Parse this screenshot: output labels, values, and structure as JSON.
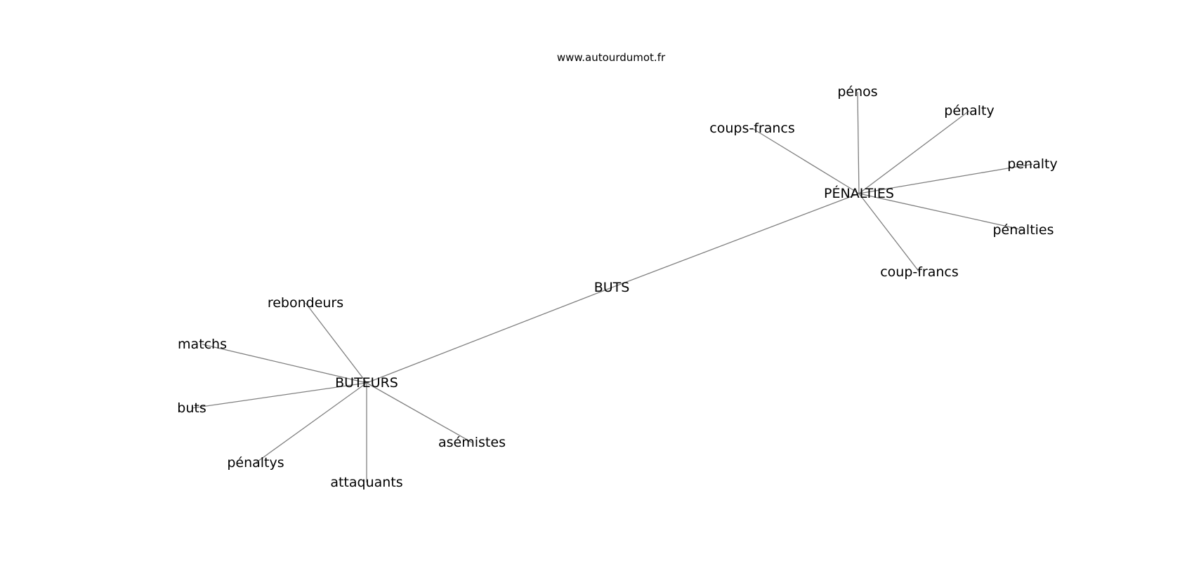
{
  "site": "www.autourdumot.fr",
  "nodes": [
    {
      "id": "buts",
      "label": "BUTS"
    },
    {
      "id": "penalties_hub",
      "label": "PÉNALTIES"
    },
    {
      "id": "buteurs_hub",
      "label": "BUTEURS"
    },
    {
      "id": "penos",
      "label": "pénos"
    },
    {
      "id": "penalty_acc",
      "label": "pénalty"
    },
    {
      "id": "penalty",
      "label": "penalty"
    },
    {
      "id": "penalties",
      "label": "pénalties"
    },
    {
      "id": "coup_francs",
      "label": "coup-francs"
    },
    {
      "id": "coups_francs",
      "label": "coups-francs"
    },
    {
      "id": "rebondeurs",
      "label": "rebondeurs"
    },
    {
      "id": "matchs",
      "label": "matchs"
    },
    {
      "id": "buts_leaf",
      "label": "buts"
    },
    {
      "id": "penaltys",
      "label": "pénaltys"
    },
    {
      "id": "attaquants",
      "label": "attaquants"
    },
    {
      "id": "asemistes",
      "label": "asémistes"
    }
  ],
  "edges": [
    [
      "buts",
      "penalties_hub"
    ],
    [
      "buts",
      "buteurs_hub"
    ],
    [
      "penalties_hub",
      "penos"
    ],
    [
      "penalties_hub",
      "penalty_acc"
    ],
    [
      "penalties_hub",
      "penalty"
    ],
    [
      "penalties_hub",
      "penalties"
    ],
    [
      "penalties_hub",
      "coup_francs"
    ],
    [
      "penalties_hub",
      "coups_francs"
    ],
    [
      "buteurs_hub",
      "rebondeurs"
    ],
    [
      "buteurs_hub",
      "matchs"
    ],
    [
      "buteurs_hub",
      "buts_leaf"
    ],
    [
      "buteurs_hub",
      "penaltys"
    ],
    [
      "buteurs_hub",
      "attaquants"
    ],
    [
      "buteurs_hub",
      "asemistes"
    ]
  ]
}
